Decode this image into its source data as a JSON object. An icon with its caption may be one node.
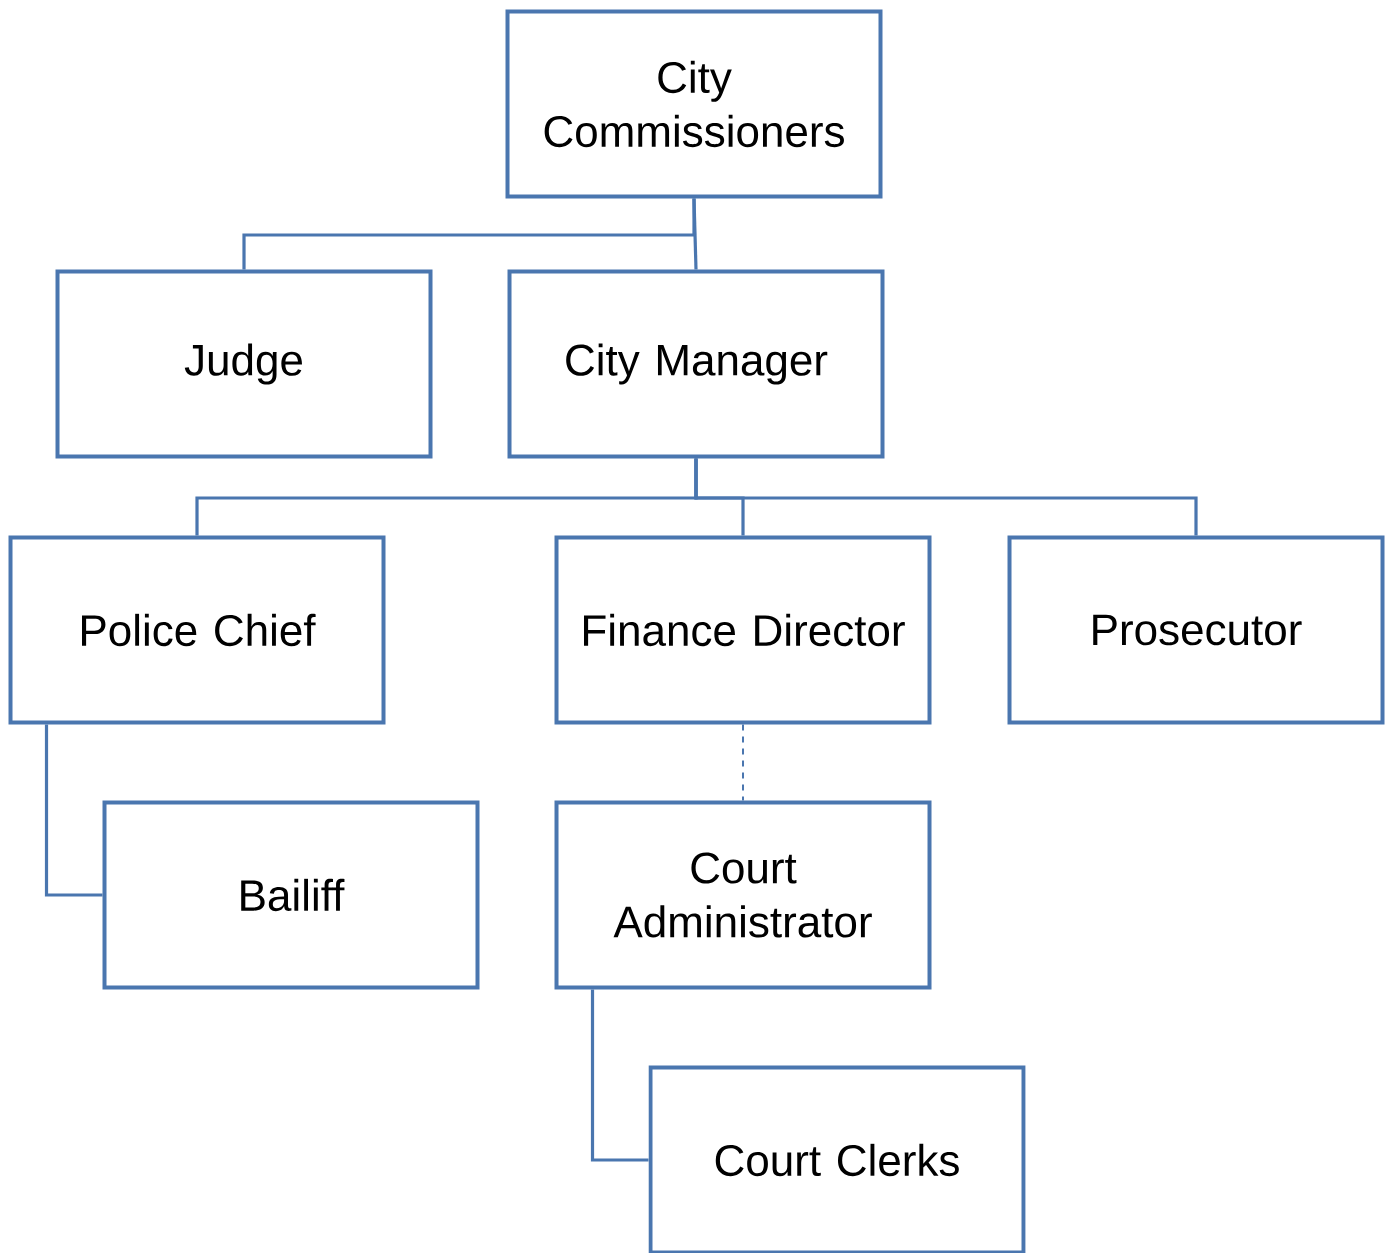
{
  "diagram": {
    "nodes": [
      {
        "text": [
          "City Commissioners"
        ]
      },
      {
        "text": [
          "Judge"
        ]
      },
      {
        "text": [
          "City Manager"
        ]
      },
      {
        "text": [
          "Police Chief"
        ]
      },
      {
        "text": [
          "Finance Director"
        ]
      },
      {
        "text": [
          "Prosecutor"
        ]
      },
      {
        "text": [
          "Bailiff"
        ]
      },
      {
        "text": [
          "Court Administrator"
        ]
      },
      {
        "text": [
          "Court Clerks"
        ]
      }
    ],
    "edges": [
      {
        "from": 0,
        "to": 1,
        "arrow": "none"
      },
      {
        "from": 0,
        "to": 2,
        "arrow": "none"
      },
      {
        "from": 2,
        "to": 3,
        "arrow": "none"
      },
      {
        "from": 2,
        "to": 4,
        "arrow": "none"
      },
      {
        "from": 2,
        "to": 5,
        "arrow": "none"
      },
      {
        "from": 3,
        "to": 6,
        "arrow": "none"
      },
      {
        "from": 4,
        "to": 7,
        "arrow": "none",
        "style": "dashed"
      },
      {
        "from": 7,
        "to": 8,
        "arrow": "none"
      }
    ]
  }
}
